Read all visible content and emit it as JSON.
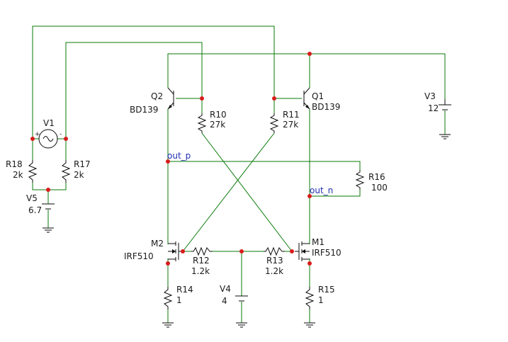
{
  "colors": {
    "wire": "#0a7a0a",
    "component": "#0a0a0a",
    "node": "#d81c1c",
    "net_label": "#1f2fb0",
    "background": "#ffffff"
  },
  "components": {
    "Q2": {
      "name": "Q2",
      "value": "BD139"
    },
    "Q1": {
      "name": "Q1",
      "value": "BD139"
    },
    "V3": {
      "name": "V3",
      "value": "12"
    },
    "R10": {
      "name": "R10",
      "value": "27k"
    },
    "R11": {
      "name": "R11",
      "value": "27k"
    },
    "V1": {
      "name": "V1",
      "plus": "+",
      "minus": "-"
    },
    "R18": {
      "name": "R18",
      "value": "2k"
    },
    "R17": {
      "name": "R17",
      "value": "2k"
    },
    "V5": {
      "name": "V5",
      "value": "6.7"
    },
    "R16": {
      "name": "R16",
      "value": "100"
    },
    "M2": {
      "name": "M2",
      "value": "IRF510"
    },
    "M1": {
      "name": "M1",
      "value": "IRF510"
    },
    "R12": {
      "name": "R12",
      "value": "1.2k"
    },
    "R13": {
      "name": "R13",
      "value": "1.2k"
    },
    "R14": {
      "name": "R14",
      "value": "1"
    },
    "R15": {
      "name": "R15",
      "value": "1"
    },
    "V4": {
      "name": "V4",
      "value": "4"
    }
  },
  "nets": {
    "out_p": "out_p",
    "out_n": "out_n"
  }
}
